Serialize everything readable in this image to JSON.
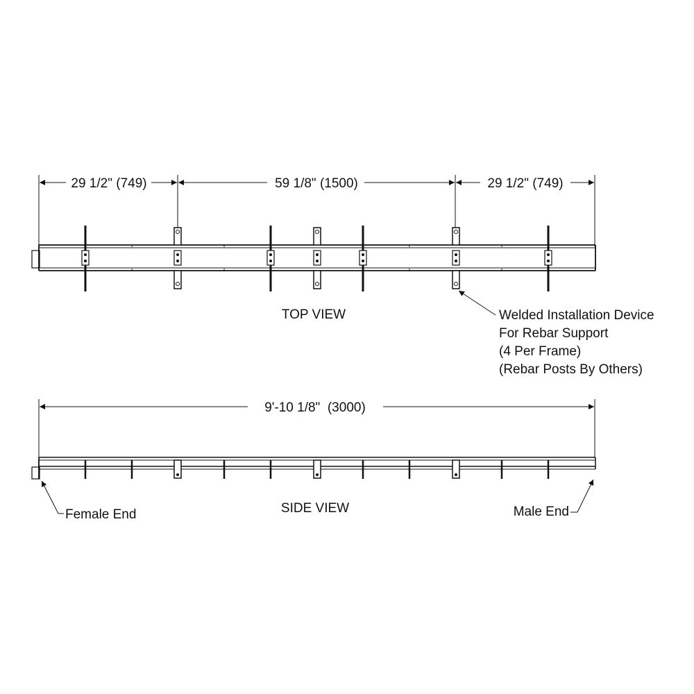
{
  "dimensions": {
    "left_spacing": "29 1/2\" (749)",
    "center_spacing": "59 1/8\" (1500)",
    "right_spacing": "29 1/2\" (749)",
    "overall_length": "9'-10 1/8\"  (3000)"
  },
  "views": {
    "top": "TOP VIEW",
    "side": "SIDE VIEW"
  },
  "callouts": {
    "device_line_1": "Welded Installation Device",
    "device_line_2": "For Rebar Support",
    "device_line_3": "(4 Per Frame)",
    "device_line_4": "(Rebar Posts By Others)",
    "female_end": "Female End",
    "male_end": "Male End"
  },
  "colors": {
    "line": "#111111",
    "background": "#ffffff"
  }
}
